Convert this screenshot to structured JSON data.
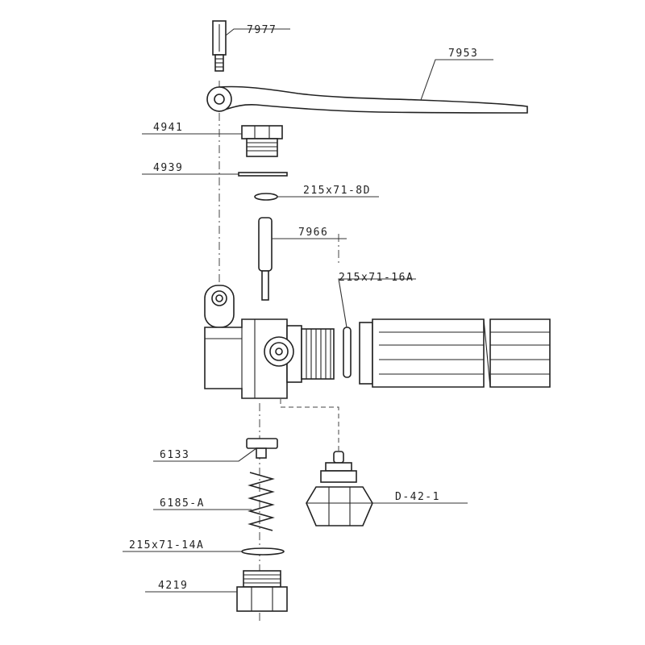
{
  "diagram": {
    "labels": {
      "p7977": "7977",
      "p7953": "7953",
      "p4941": "4941",
      "p4939": "4939",
      "p215_8d": "215x71-8D",
      "p7966": "7966",
      "p215_16a": "215x71-16A",
      "p6133": "6133",
      "p6185a": "6185-A",
      "pD421": "D-42-1",
      "p215_14a": "215x71-14A",
      "p4219": "4219"
    }
  }
}
